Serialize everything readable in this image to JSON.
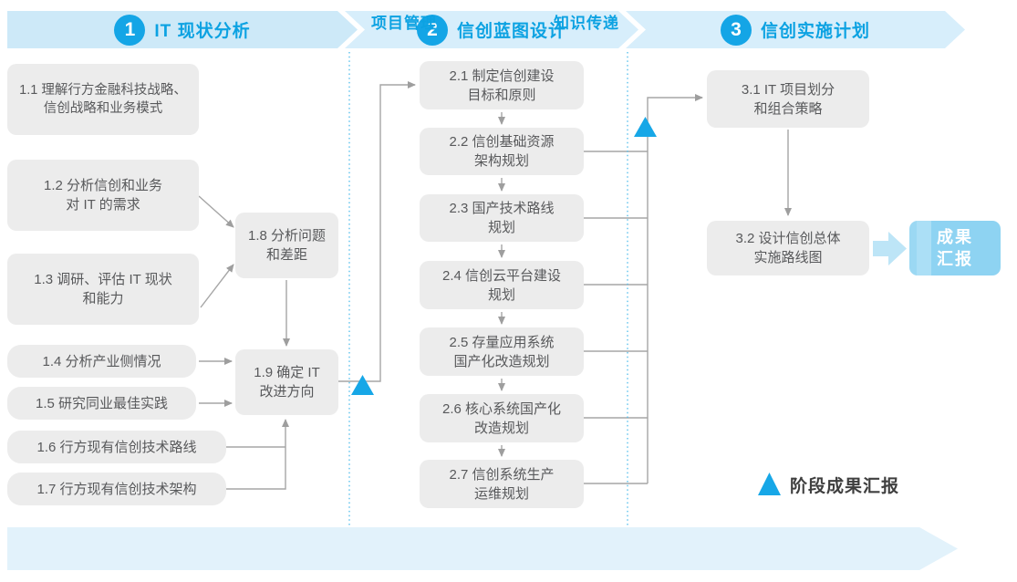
{
  "colors": {
    "accent_blue": "#14a5e6",
    "banner_fill_1": "#cde9f8",
    "banner_fill_23": "#d7eefb",
    "node_fill": "#ececec",
    "node_text": "#58595b",
    "connector_gray": "#a6a6a6",
    "divider_dotted_blue": "#4fbcec",
    "milestone_triangle_blue": "#17a7e7",
    "result_box_fill": "#8ed3f2",
    "result_arrow_fill": "#bde5f7",
    "footer_fill": "#e2f2fb"
  },
  "phases": [
    {
      "number": "1",
      "title": "IT 现状分析"
    },
    {
      "number": "2",
      "title": "信创蓝图设计"
    },
    {
      "number": "3",
      "title": "信创实施计划"
    }
  ],
  "nodes": {
    "s1_1": {
      "label": "1.1 理解行方金融科技战略、\n信创战略和业务模式"
    },
    "s1_2": {
      "label": "1.2 分析信创和业务\n对 IT 的需求"
    },
    "s1_3": {
      "label": "1.3 调研、评估 IT 现状\n和能力"
    },
    "s1_4": {
      "label": "1.4 分析产业侧情况"
    },
    "s1_5": {
      "label": "1.5 研究同业最佳实践"
    },
    "s1_6": {
      "label": "1.6 行方现有信创技术路线"
    },
    "s1_7": {
      "label": "1.7 行方现有信创技术架构"
    },
    "s1_8": {
      "label": "1.8 分析问题\n和差距"
    },
    "s1_9": {
      "label": "1.9 确定 IT\n改进方向"
    },
    "s2_1": {
      "label": "2.1 制定信创建设\n目标和原则"
    },
    "s2_2": {
      "label": "2.2 信创基础资源\n架构规划"
    },
    "s2_3": {
      "label": "2.3 国产技术路线\n规划"
    },
    "s2_4": {
      "label": "2.4 信创云平台建设\n规划"
    },
    "s2_5": {
      "label": "2.5 存量应用系统\n国产化改造规划"
    },
    "s2_6": {
      "label": "2.6 核心系统国产化\n改造规划"
    },
    "s2_7": {
      "label": "2.7 信创系统生产\n运维规划"
    },
    "s3_1": {
      "label": "3.1 IT 项目划分\n和组合策略"
    },
    "s3_2": {
      "label": "3.2 设计信创总体\n实施路线图"
    },
    "result": {
      "label": "成果\n汇报"
    }
  },
  "legend": {
    "label": "阶段成果汇报"
  },
  "footer": {
    "left_label": "项目管理",
    "right_label": "知识传递"
  }
}
